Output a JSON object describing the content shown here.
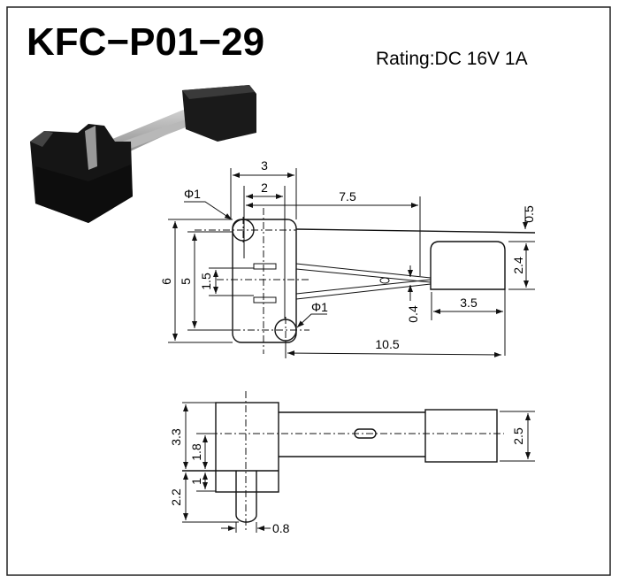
{
  "title": "KFC−P01−29",
  "rating": "Rating:DC 16V 1A",
  "top_view": {
    "dims": {
      "d3": "3",
      "d2": "2",
      "d7_5": "7.5",
      "d0_5": "0.5",
      "d2_4": "2.4",
      "d3_5": "3.5",
      "d10_5": "10.5",
      "d0_4": "0.4",
      "d6": "6",
      "d5": "5",
      "d1_5": "1.5",
      "phi_top": "Φ1",
      "phi_bottom": "Φ1"
    }
  },
  "side_view": {
    "dims": {
      "d3_3": "3.3",
      "d1_8": "1.8",
      "d1": "1",
      "d2_2": "2.2",
      "d2_5": "2.5",
      "d0_8": "0.8"
    }
  }
}
